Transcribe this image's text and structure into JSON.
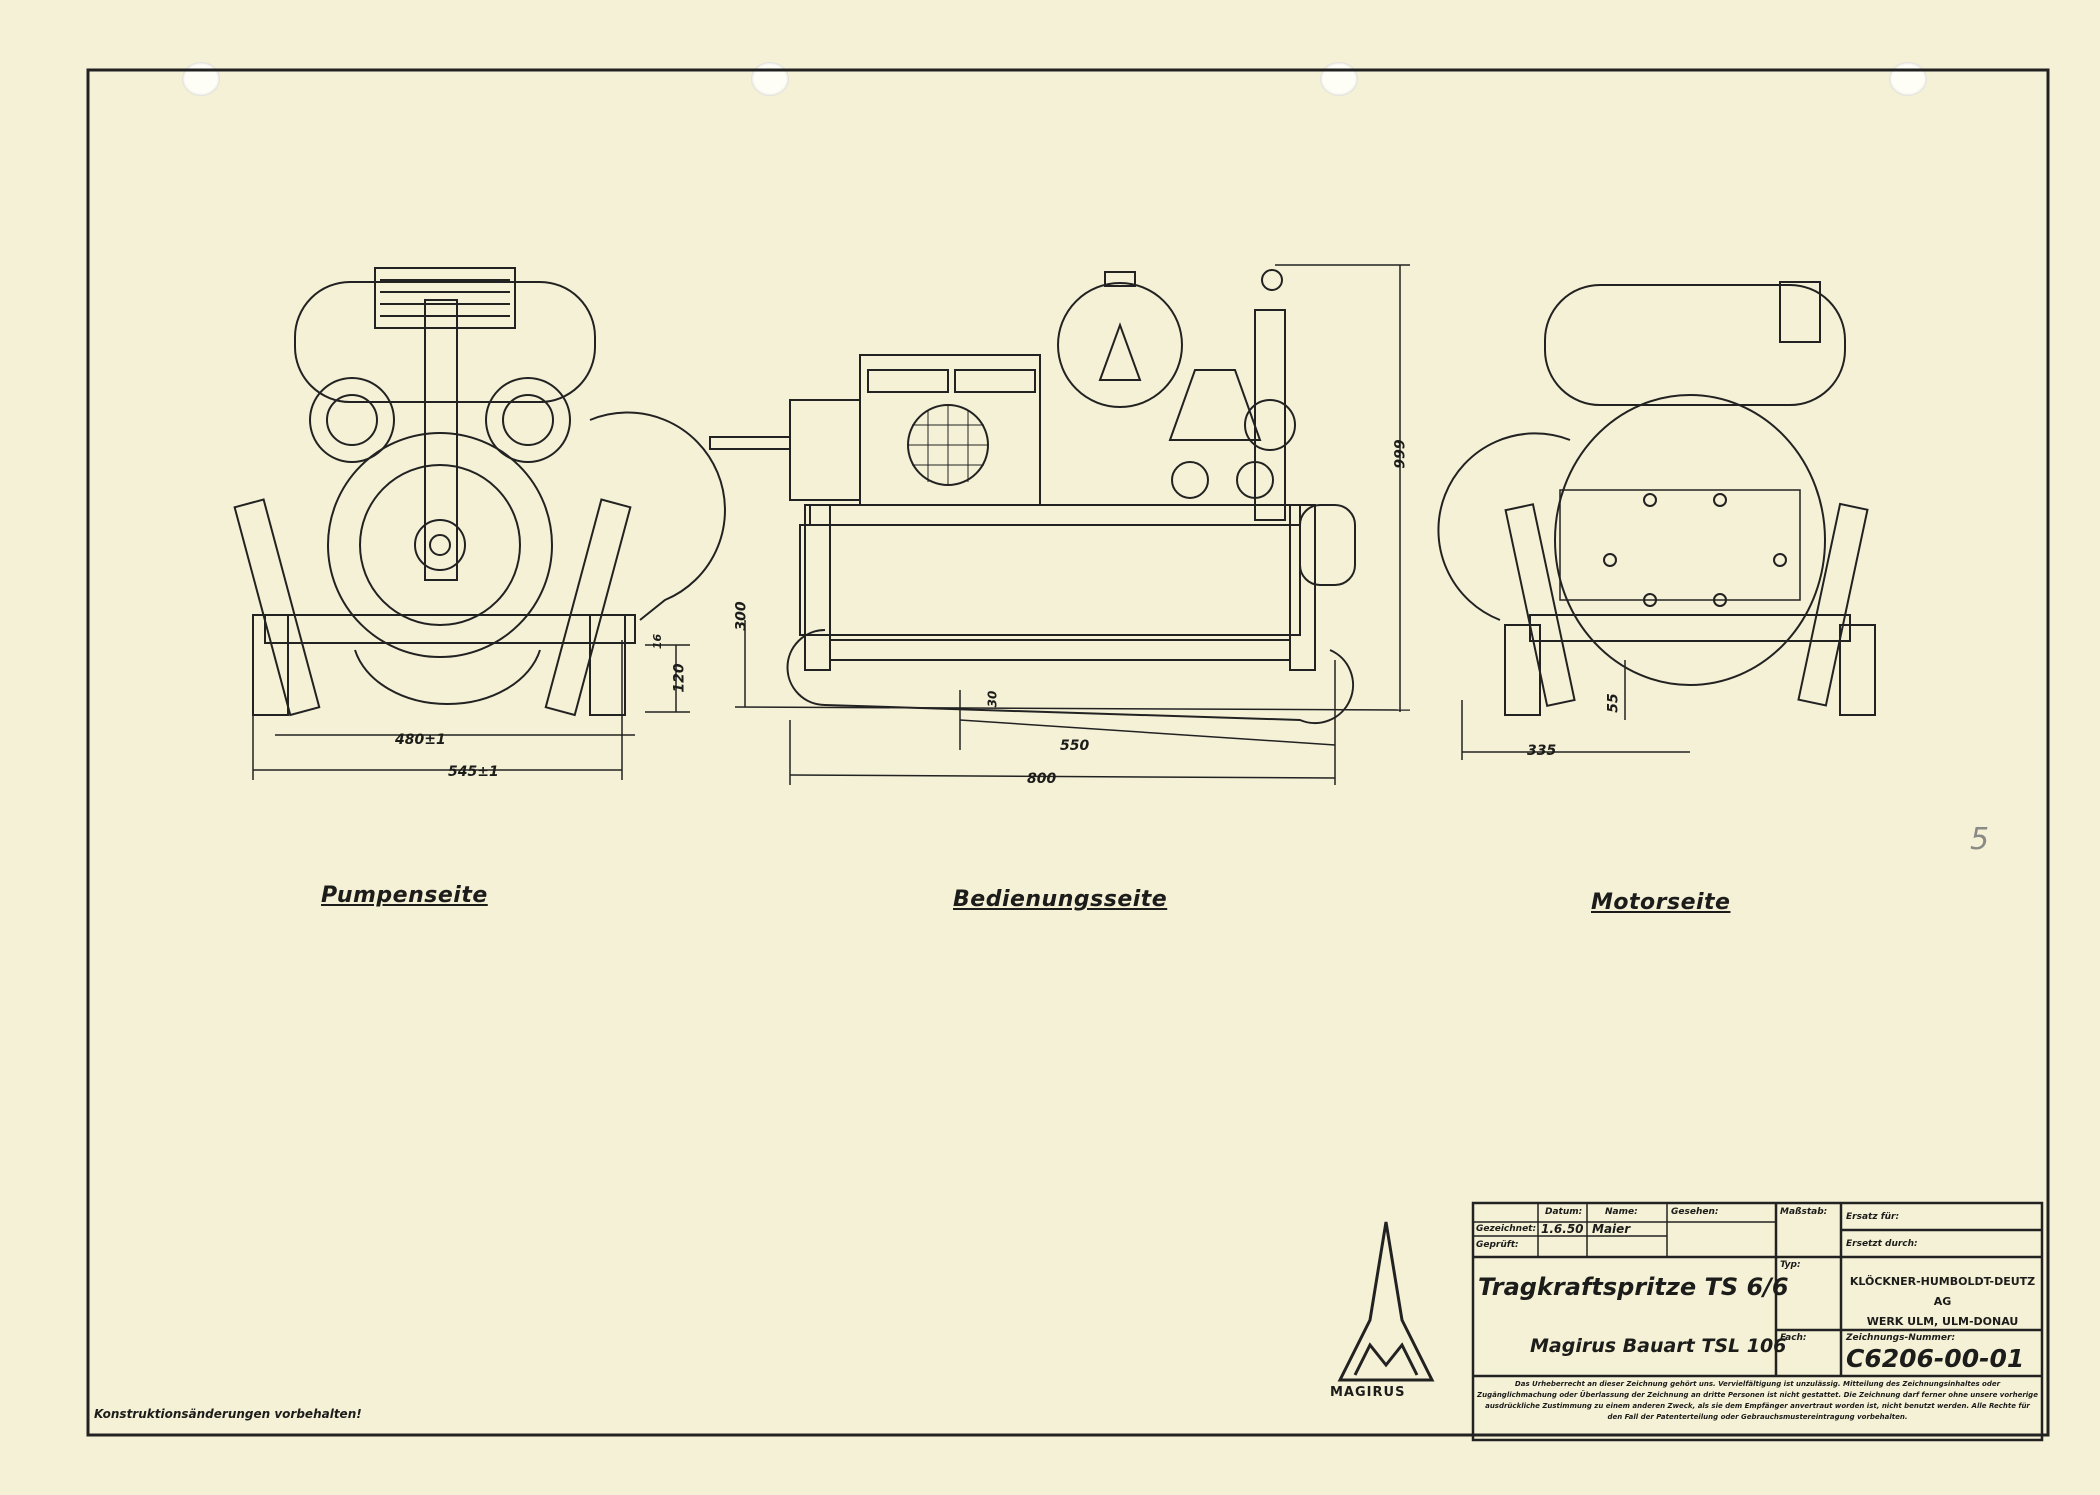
{
  "views": {
    "pump_side": "Pumpenseite",
    "operator_side": "Bedienungsseite",
    "motor_side": "Motorseite"
  },
  "dimensions": {
    "pump_inner_width": "480±1",
    "pump_outer_width": "545±1",
    "pump_height_120": "120",
    "pump_height_16": "16",
    "operator_height_300": "300",
    "operator_height_999": "999",
    "operator_ground_30": "30",
    "operator_550": "550",
    "operator_800": "800",
    "motor_335": "335",
    "motor_55": "55"
  },
  "footer_note": "Konstruktionsänderungen vorbehalten!",
  "pencil_mark": "5",
  "logo_text": "MAGIRUS",
  "title_block": {
    "date_label": "Datum:",
    "name_label": "Name:",
    "seen_label": "Gesehen:",
    "drawn_label": "Gezeichnet:",
    "checked_label": "Geprüft:",
    "date": "1.6.50",
    "name": "Maier",
    "scale_label": "Maßstab:",
    "replaces_label": "Ersatz für:",
    "replaced_by_label": "Ersetzt durch:",
    "type_label": "Typ:",
    "file_label": "Fach:",
    "drawing_no_label": "Zeichnungs-Nummer:",
    "drawing_no": "C6206-00-01",
    "title": "Tragkraftspritze TS 6/6",
    "subtitle": "Magirus Bauart TSL 106",
    "company_line1": "KLÖCKNER-HUMBOLDT-DEUTZ AG",
    "company_line2": "WERK ULM, ULM-DONAU",
    "copyright_notice": "Das Urheberrecht an dieser Zeichnung gehört uns. Vervielfältigung ist unzulässig. Mitteilung des Zeichnungsinhaltes oder Zugänglichmachung oder Überlassung der Zeichnung an dritte Personen ist nicht gestattet. Die Zeichnung darf ferner ohne unsere vorherige ausdrückliche Zustimmung zu einem anderen Zweck, als sie dem Empfänger anvertraut worden ist, nicht benutzt werden. Alle Rechte für den Fall der Patenterteilung oder Gebrauchsmustereintragung vorbehalten."
  }
}
